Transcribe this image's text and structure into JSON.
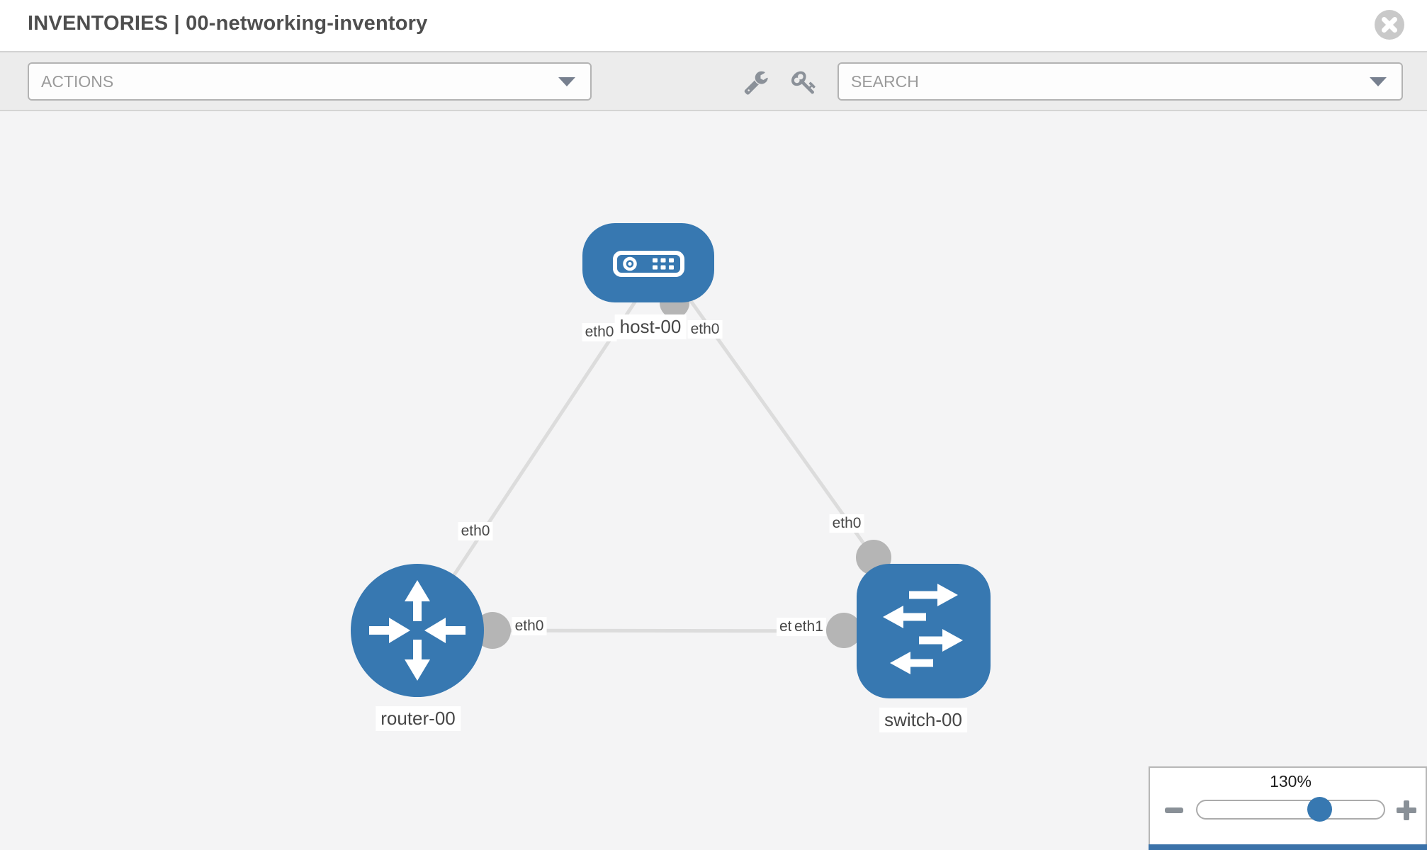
{
  "header": {
    "title": "INVENTORIES | 00-networking-inventory"
  },
  "toolbar": {
    "actions_placeholder": "ACTIONS",
    "search_placeholder": "SEARCH",
    "icons": [
      "wrench-icon",
      "key-icon"
    ]
  },
  "topology": {
    "nodes": [
      {
        "id": "host-00",
        "type": "host",
        "label": "host-00"
      },
      {
        "id": "router-00",
        "type": "router",
        "label": "router-00"
      },
      {
        "id": "switch-00",
        "type": "switch",
        "label": "switch-00"
      }
    ],
    "links": [
      {
        "from": "host-00",
        "to": "router-00",
        "from_interface": "eth0",
        "to_interface": "eth0"
      },
      {
        "from": "host-00",
        "to": "switch-00",
        "from_interface": "eth0",
        "to_interface": "eth0"
      },
      {
        "from": "router-00",
        "to": "switch-00",
        "from_interface": "eth0",
        "to_interface": "eth1",
        "to_interface_occluded": "eth0"
      }
    ]
  },
  "zoom_control": {
    "level": "130%"
  },
  "colors": {
    "node_fill": "#3778b1",
    "link": "#dcdcdc",
    "endpoint": "#b5b5b5",
    "toolbar_bg": "#ececec",
    "canvas_bg": "#f4f4f5",
    "accent_bar": "#3b72a9"
  }
}
